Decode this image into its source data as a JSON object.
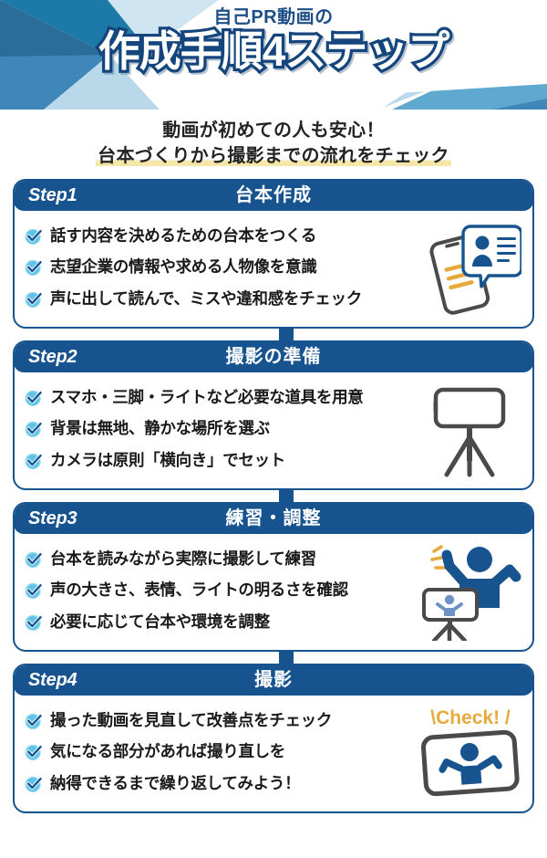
{
  "header": {
    "title_small": "自己PR動画の",
    "title_main": "作成手順4ステップ",
    "colors": {
      "navy": "#17548f",
      "deep_navy": "#15457d",
      "teal": "#1d7aa8",
      "light_blue": "#bcdcea",
      "mid_blue": "#5fa8cf",
      "pale_blue": "#d9eaf3",
      "steel_blue": "#3f87b8"
    }
  },
  "subtitle": {
    "line1": "動画が初めての人も安心！",
    "line2": "台本づくりから撮影までの流れをチェック",
    "highlight_color": "#f6e6a8"
  },
  "steps": [
    {
      "label": "Step1",
      "title": "台本作成",
      "bullets": [
        "話す内容を決めるための台本をつくる",
        "志望企業の情報や求める人物像を意識",
        "声に出して読んで、ミスや違和感をチェック"
      ],
      "art": "phone-speech-bubble-icon"
    },
    {
      "label": "Step2",
      "title": "撮影の準備",
      "bullets": [
        "スマホ・三脚・ライトなど必要な道具を用意",
        "背景は無地、静かな場所を選ぶ",
        "カメラは原則「横向き」でセット"
      ],
      "art": "tripod-phone-icon"
    },
    {
      "label": "Step3",
      "title": "練習・調整",
      "bullets": [
        "台本を読みながら実際に撮影して練習",
        "声の大きさ、表情、ライトの明るさを確認",
        "必要に応じて台本や環境を調整"
      ],
      "art": "person-recording-icon"
    },
    {
      "label": "Step4",
      "title": "撮影",
      "bullets": [
        "撮った動画を見直して改善点をチェック",
        "気になる部分があれば撮り直しを",
        "納得できるまで繰り返してみよう！"
      ],
      "art": "check-phone-icon",
      "art_caption": "\\Check! /"
    }
  ],
  "icons": {
    "check": "check-circle-icon"
  }
}
